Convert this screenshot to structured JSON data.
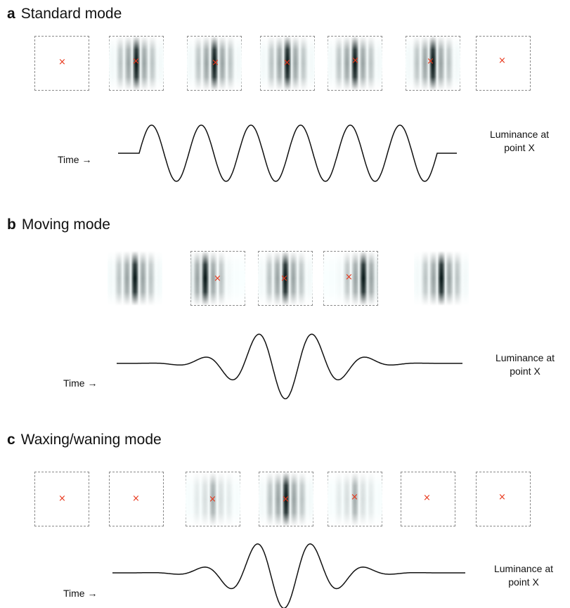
{
  "panels": [
    {
      "letter": "a",
      "title": "Standard mode",
      "time_label": "Time  →",
      "luminance_label": [
        "Luminance at",
        "point X"
      ],
      "frames": [
        {
          "grating_contrast": 0.0,
          "marker": "×"
        },
        {
          "grating_contrast": 1.0,
          "marker": "×"
        },
        {
          "grating_contrast": 1.0,
          "marker": "×"
        },
        {
          "grating_contrast": 1.0,
          "marker": "×"
        },
        {
          "grating_contrast": 1.0,
          "marker": "×"
        },
        {
          "grating_contrast": 1.0,
          "marker": "×"
        },
        {
          "grating_contrast": 0.0,
          "marker": "×"
        }
      ]
    },
    {
      "letter": "b",
      "title": "Moving mode",
      "time_label": "Time  →",
      "luminance_label": [
        "Luminance at",
        "point X"
      ],
      "frames": [
        {
          "grating_contrast": 1.0,
          "marker": ""
        },
        {
          "grating_contrast": 1.0,
          "marker": "×"
        },
        {
          "grating_contrast": 1.0,
          "marker": "×"
        },
        {
          "grating_contrast": 1.0,
          "marker": "×"
        },
        {
          "grating_contrast": 1.0,
          "marker": ""
        }
      ]
    },
    {
      "letter": "c",
      "title": "Waxing/waning mode",
      "time_label": "Time  →",
      "luminance_label": [
        "Luminance at",
        "point X"
      ],
      "frames": [
        {
          "grating_contrast": 0.0,
          "marker": "×"
        },
        {
          "grating_contrast": 0.0,
          "marker": "×"
        },
        {
          "grating_contrast": 0.35,
          "marker": "×"
        },
        {
          "grating_contrast": 1.0,
          "marker": "×"
        },
        {
          "grating_contrast": 0.35,
          "marker": "×"
        },
        {
          "grating_contrast": 0.0,
          "marker": "×"
        },
        {
          "grating_contrast": 0.0,
          "marker": "×"
        }
      ]
    }
  ],
  "colors": {
    "marker": "#e8361a",
    "frame_border": "#8a8a8a",
    "wave": "#111111"
  }
}
